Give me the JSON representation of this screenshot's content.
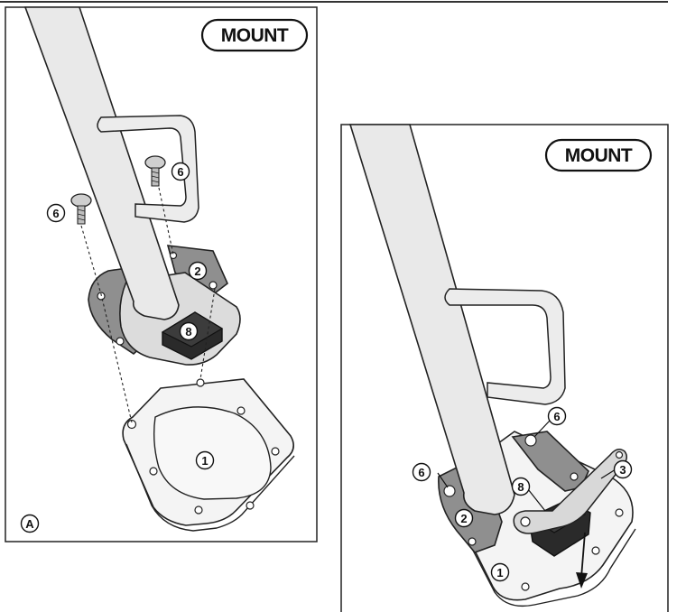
{
  "panels": [
    {
      "id": "left",
      "mount_label": "MOUNT",
      "panel_letter": "A",
      "callouts": [
        "6",
        "6",
        "2",
        "8",
        "1"
      ]
    },
    {
      "id": "right",
      "mount_label": "MOUNT",
      "callouts": [
        "6",
        "6",
        "3",
        "8",
        "2",
        "1"
      ]
    }
  ]
}
